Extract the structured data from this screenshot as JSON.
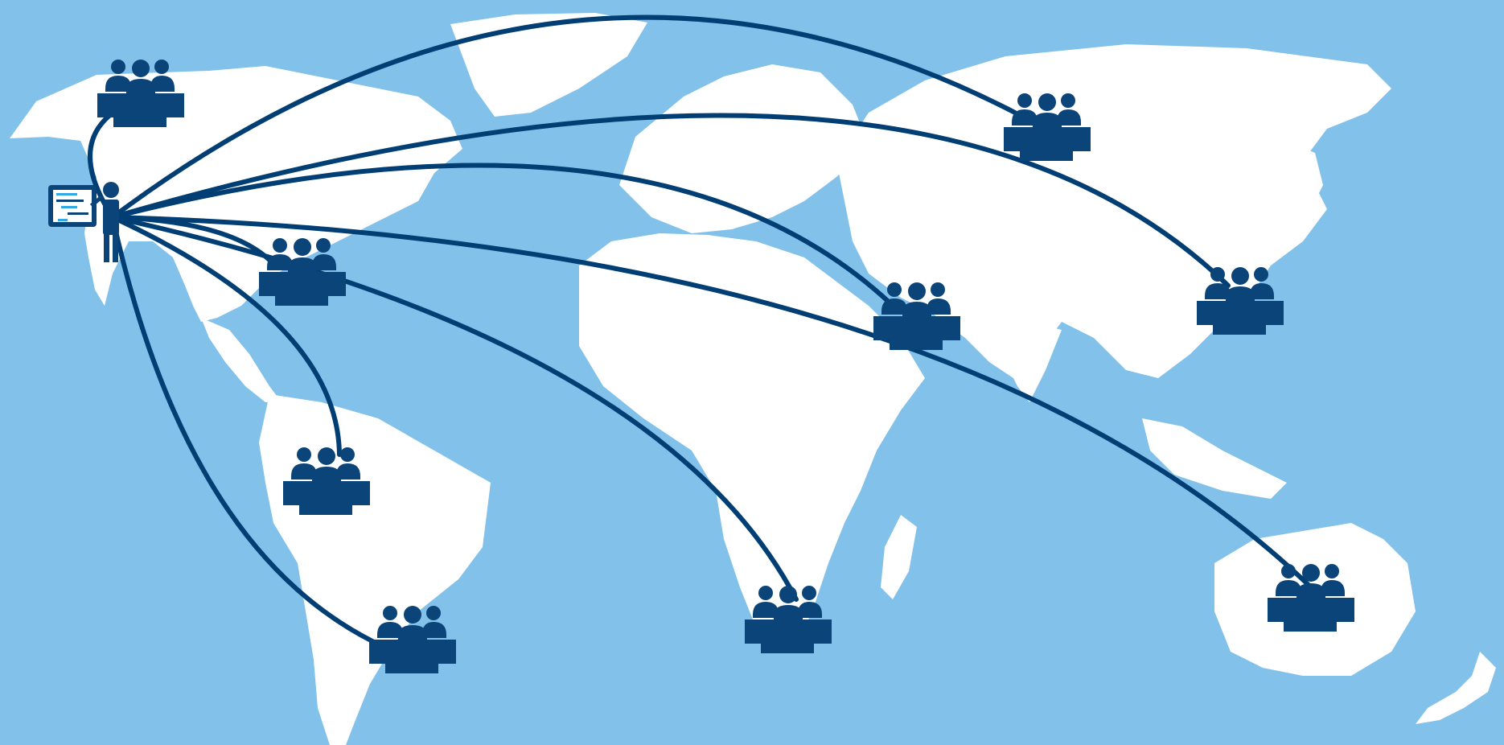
{
  "colors": {
    "ocean": "#81C1EA",
    "land": "#FFFFFF",
    "routes": "#003E73",
    "icons": "#0B4479",
    "chart_accent": "#2FA9E4"
  },
  "icons": {
    "presenter": "presenter-with-chart-icon",
    "team": "team-meeting-icon"
  },
  "hub": {
    "name": "presenter"
  },
  "teams": [
    {
      "id": "alaska"
    },
    {
      "id": "north-america-east"
    },
    {
      "id": "south-america-north"
    },
    {
      "id": "south-america-south"
    },
    {
      "id": "southern-africa"
    },
    {
      "id": "middle-east"
    },
    {
      "id": "siberia"
    },
    {
      "id": "east-asia"
    },
    {
      "id": "australia"
    }
  ]
}
